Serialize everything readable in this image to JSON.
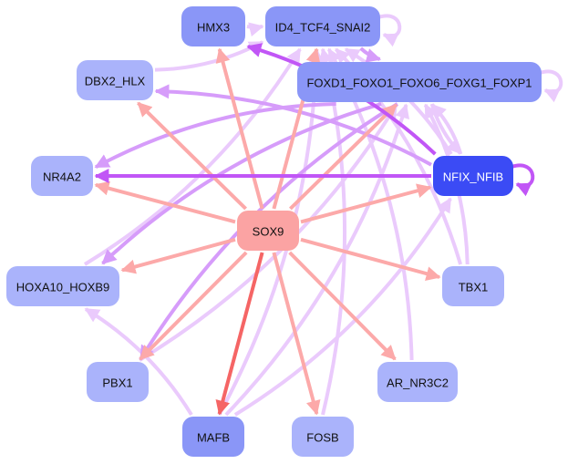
{
  "graph": {
    "colors": {
      "tf_node": "#8a96f7",
      "target_node": "#aab3fb",
      "hub_node": "#3b4bf5",
      "sox9_node": "#fba3a3",
      "edge_sox9": "#fca9a9",
      "edge_sox9_strong": "#f56565",
      "edge_purple": "#d69cfa",
      "edge_purple_strong": "#c156f6",
      "edge_light": "#eacafc"
    },
    "nodes": [
      {
        "id": "HMX3",
        "label": "HMX3",
        "kind": "tf"
      },
      {
        "id": "ID4_TCF4_SNAI2",
        "label": "ID4_TCF4_SNAI2",
        "kind": "tf"
      },
      {
        "id": "DBX2_HLX",
        "label": "DBX2_HLX",
        "kind": "target"
      },
      {
        "id": "FOXD1",
        "label": "FOXD1_FOXO1_FOXO6_FOXG1_FOXP1",
        "kind": "tf"
      },
      {
        "id": "NR4A2",
        "label": "NR4A2",
        "kind": "target"
      },
      {
        "id": "NFIX_NFIB",
        "label": "NFIX_NFIB",
        "kind": "hub"
      },
      {
        "id": "SOX9",
        "label": "SOX9",
        "kind": "sox9"
      },
      {
        "id": "HOXA10_HOXB9",
        "label": "HOXA10_HOXB9",
        "kind": "target"
      },
      {
        "id": "TBX1",
        "label": "TBX1",
        "kind": "target"
      },
      {
        "id": "PBX1",
        "label": "PBX1",
        "kind": "target"
      },
      {
        "id": "AR_NR3C2",
        "label": "AR_NR3C2",
        "kind": "target"
      },
      {
        "id": "MAFB",
        "label": "MAFB",
        "kind": "tf"
      },
      {
        "id": "FOSB",
        "label": "FOSB",
        "kind": "target"
      }
    ],
    "edges": [
      {
        "from": "SOX9",
        "to": "HMX3",
        "style": "sox9"
      },
      {
        "from": "SOX9",
        "to": "DBX2_HLX",
        "style": "sox9"
      },
      {
        "from": "SOX9",
        "to": "NR4A2",
        "style": "sox9"
      },
      {
        "from": "SOX9",
        "to": "HOXA10_HOXB9",
        "style": "sox9"
      },
      {
        "from": "SOX9",
        "to": "PBX1",
        "style": "sox9"
      },
      {
        "from": "SOX9",
        "to": "MAFB",
        "style": "sox9_strong"
      },
      {
        "from": "SOX9",
        "to": "FOSB",
        "style": "sox9"
      },
      {
        "from": "SOX9",
        "to": "AR_NR3C2",
        "style": "sox9"
      },
      {
        "from": "SOX9",
        "to": "TBX1",
        "style": "sox9"
      },
      {
        "from": "SOX9",
        "to": "NFIX_NFIB",
        "style": "sox9"
      },
      {
        "from": "SOX9",
        "to": "FOXD1",
        "style": "sox9"
      },
      {
        "from": "SOX9",
        "to": "ID4_TCF4_SNAI2",
        "style": "sox9"
      },
      {
        "from": "NFIX_NFIB",
        "to": "NR4A2",
        "style": "purple_strong"
      },
      {
        "from": "NFIX_NFIB",
        "to": "HMX3",
        "style": "purple_strong"
      },
      {
        "from": "NFIX_NFIB",
        "to": "ID4_TCF4_SNAI2",
        "style": "light"
      },
      {
        "from": "NFIX_NFIB",
        "to": "DBX2_HLX",
        "style": "purple"
      },
      {
        "from": "NFIX_NFIB",
        "to": "FOXD1",
        "style": "light"
      },
      {
        "from": "NFIX_NFIB",
        "to": "NFIX_NFIB",
        "style": "purple_strong"
      },
      {
        "from": "FOXD1",
        "to": "NFIX_NFIB",
        "style": "light"
      },
      {
        "from": "FOXD1",
        "to": "NR4A2",
        "style": "purple"
      },
      {
        "from": "FOXD1",
        "to": "HOXA10_HOXB9",
        "style": "purple"
      },
      {
        "from": "FOXD1",
        "to": "PBX1",
        "style": "purple"
      },
      {
        "from": "FOXD1",
        "to": "FOXD1",
        "style": "light"
      },
      {
        "from": "ID4_TCF4_SNAI2",
        "to": "ID4_TCF4_SNAI2",
        "style": "light"
      },
      {
        "from": "ID4_TCF4_SNAI2",
        "to": "FOXD1",
        "style": "purple"
      },
      {
        "from": "DBX2_HLX",
        "to": "ID4_TCF4_SNAI2",
        "style": "light"
      },
      {
        "from": "HMX3",
        "to": "ID4_TCF4_SNAI2",
        "style": "light"
      },
      {
        "from": "HOXA10_HOXB9",
        "to": "ID4_TCF4_SNAI2",
        "style": "light"
      },
      {
        "from": "MAFB",
        "to": "HOXA10_HOXB9",
        "style": "light"
      },
      {
        "from": "MAFB",
        "to": "FOXD1",
        "style": "light"
      },
      {
        "from": "MAFB",
        "to": "NFIX_NFIB",
        "style": "light"
      },
      {
        "from": "TBX1",
        "to": "FOXD1",
        "style": "light"
      },
      {
        "from": "TBX1",
        "to": "ID4_TCF4_SNAI2",
        "style": "light"
      },
      {
        "from": "AR_NR3C2",
        "to": "ID4_TCF4_SNAI2",
        "style": "light"
      },
      {
        "from": "FOSB",
        "to": "ID4_TCF4_SNAI2",
        "style": "light"
      },
      {
        "from": "MAFB",
        "to": "ID4_TCF4_SNAI2",
        "style": "light"
      },
      {
        "from": "PBX1",
        "to": "FOXD1",
        "style": "light"
      }
    ]
  }
}
